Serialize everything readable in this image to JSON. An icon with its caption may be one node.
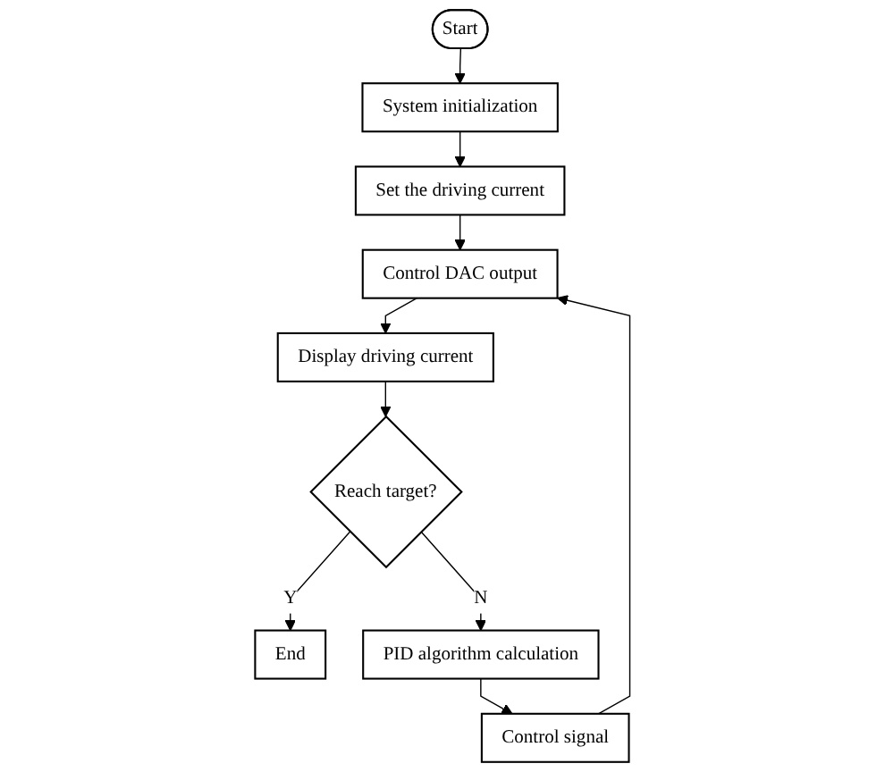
{
  "diagram": {
    "nodes": [
      {
        "text": [
          "Start"
        ]
      },
      {
        "text": [
          "System initialization"
        ]
      },
      {
        "text": [
          "Set the driving current"
        ]
      },
      {
        "text": [
          "Control DAC output"
        ]
      },
      {
        "text": [
          "Display driving current"
        ]
      },
      {
        "text": [
          "Reach target?"
        ]
      },
      {
        "text": [
          "End"
        ]
      },
      {
        "text": [
          "PID algorithm calculation"
        ]
      },
      {
        "text": [
          "Control signal"
        ]
      }
    ],
    "edges": [
      {
        "from": 0,
        "to": 1,
        "arrow": "to"
      },
      {
        "from": 1,
        "to": 2,
        "arrow": "to"
      },
      {
        "from": 2,
        "to": 3,
        "arrow": "to"
      },
      {
        "from": 3,
        "to": 4,
        "arrow": "to"
      },
      {
        "from": 4,
        "to": 5,
        "arrow": "to"
      },
      {
        "from": 5,
        "to": 6,
        "label": "Y",
        "arrow": "to"
      },
      {
        "from": 5,
        "to": 7,
        "label": "N",
        "arrow": "to"
      },
      {
        "from": 7,
        "to": 8,
        "arrow": "to"
      },
      {
        "from": 8,
        "to": 3,
        "arrow": "to"
      }
    ]
  }
}
